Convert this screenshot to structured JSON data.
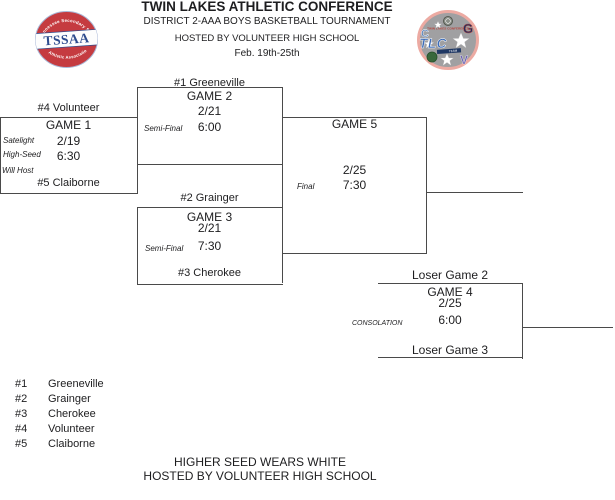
{
  "header": {
    "title": "TWIN LAKES ATHLETIC CONFERENCE",
    "subtitle": "DISTRICT 2-AAA BOYS BASKETBALL TOURNAMENT",
    "hosted": "HOSTED BY VOLUNTEER HIGH SCHOOL",
    "dates": "Feb. 19th-25th"
  },
  "logos": {
    "tssaa": {
      "name": "TSSAA",
      "arc_top": "Tennessee Secondary School",
      "arc_bottom": "Athletic Association"
    },
    "tlc": {
      "acronym": "TLC",
      "arc_top": "TWIN LAKES CONFERENCE",
      "banner": "TEAM",
      "letter_c": "C",
      "letter_g": "G",
      "letter_v": "V"
    }
  },
  "bracket": {
    "game1": {
      "top_team": "#4 Volunteer",
      "title": "GAME 1",
      "date": "2/19",
      "time": "6:30",
      "bottom_team": "#5 Claiborne",
      "note1": "Satelight",
      "note2": "High-Seed",
      "note3": "Will Host"
    },
    "game2": {
      "top_team": "#1 Greeneville",
      "title": "GAME 2",
      "date": "2/21",
      "time": "6:00",
      "round": "Semi-Final"
    },
    "game3": {
      "top_team": "#2 Grainger",
      "title": "GAME 3",
      "date": "2/21",
      "time": "7:30",
      "round": "Semi-Final",
      "bottom_team": "#3 Cherokee"
    },
    "game4": {
      "top_team": "Loser Game 2",
      "title": "GAME 4",
      "date": "2/25",
      "time": "6:00",
      "round": "CONSOLATION",
      "bottom_team": "Loser Game 3"
    },
    "game5": {
      "title": "GAME 5",
      "date": "2/25",
      "time": "7:30",
      "round": "Final"
    }
  },
  "seeds": [
    {
      "seed": "#1",
      "team": "Greeneville"
    },
    {
      "seed": "#2",
      "team": "Grainger"
    },
    {
      "seed": "#3",
      "team": "Cherokee"
    },
    {
      "seed": "#4",
      "team": "Volunteer"
    },
    {
      "seed": "#5",
      "team": "Claiborne"
    }
  ],
  "footer": {
    "line1": "HIGHER SEED WEARS WHITE",
    "line2": "HOSTED BY VOLUNTEER HIGH SCHOOL"
  },
  "colors": {
    "bracket_line": "#4a4a4a",
    "text": "#1d1d1f",
    "tssaa_red": "#c53b40",
    "tssaa_blue": "#2d4b8e",
    "tlc_ring": "#ecaaa2",
    "tlc_gray": "#a0a0a2"
  }
}
